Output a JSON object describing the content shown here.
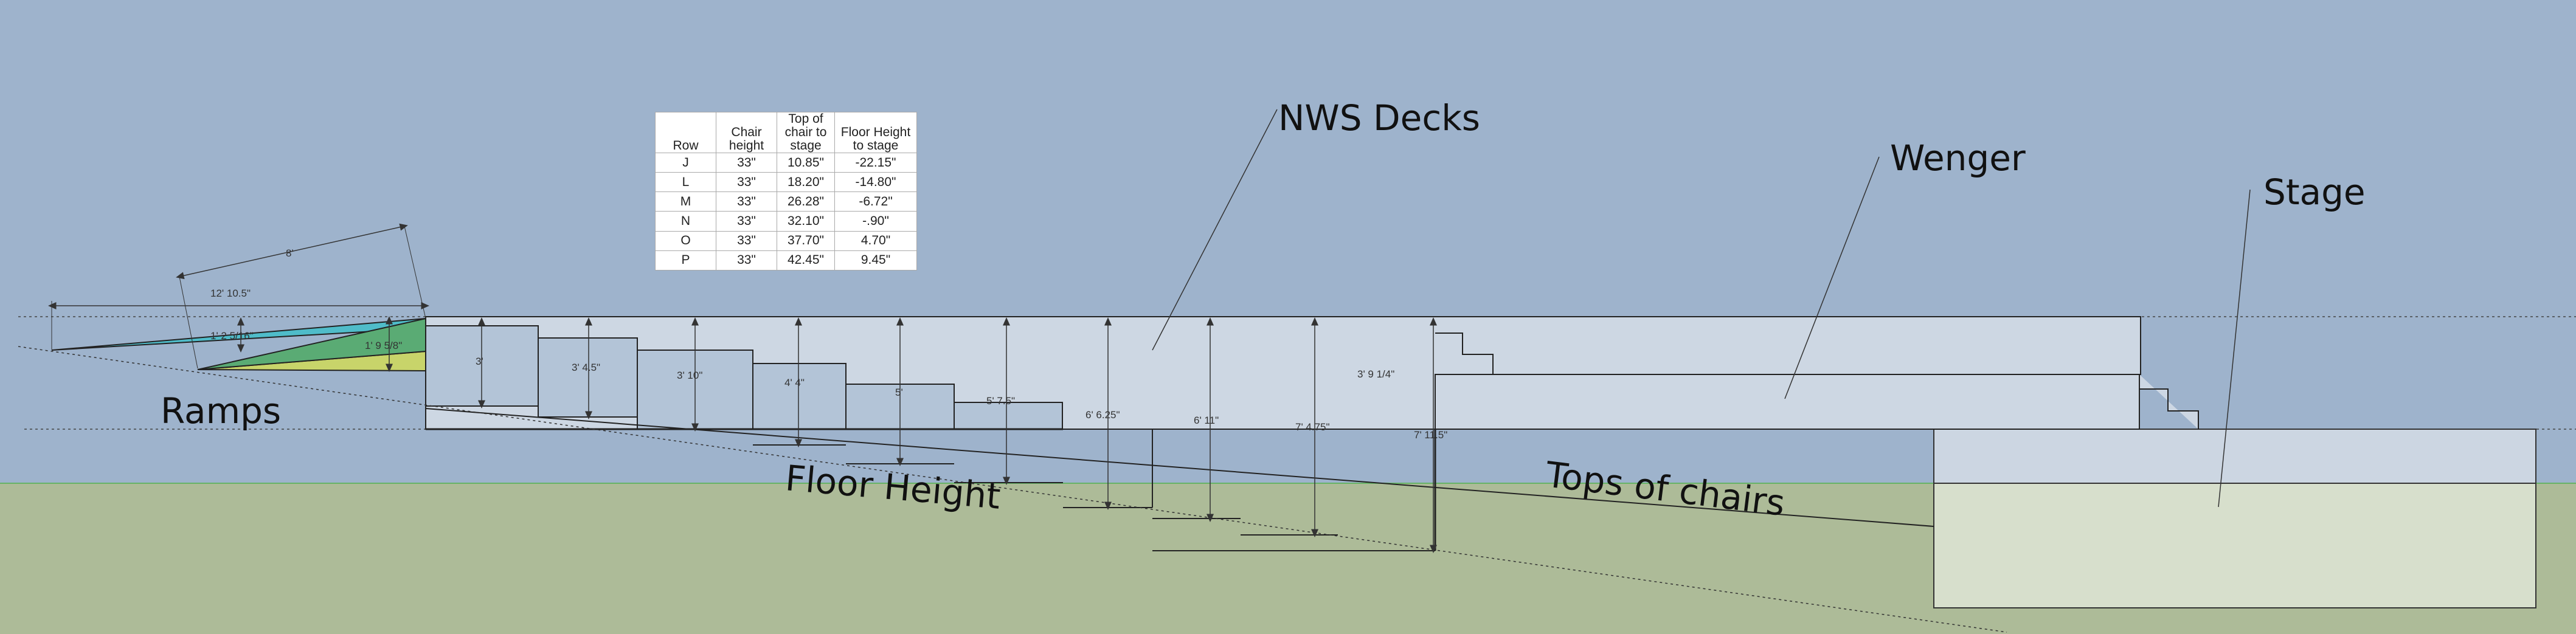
{
  "labels": {
    "nws_decks": "NWS Decks",
    "wenger": "Wenger",
    "stage": "Stage",
    "ramps": "Ramps",
    "floor_height": "Floor Height",
    "tops_of_chairs": "Tops of chairs"
  },
  "dimensions": {
    "ramp_overall": "12' 10.5\"",
    "ramp_diag": "8'",
    "ramp_rise_1": "1' 2 5/16\"",
    "ramp_rise_2": "1' 9 5/8\"",
    "step_1": "3'",
    "step_2": "3' 4.5\"",
    "step_3": "3' 10\"",
    "step_4": "4' 4\"",
    "step_5": "5'",
    "step_6": "5' 7.5\"",
    "drop_1": "6' 6.25\"",
    "drop_2": "6' 11\"",
    "drop_3": "7' 4.75\"",
    "drop_4": "7' 11.5\"",
    "deck_height": "3' 9 1/4\""
  },
  "table": {
    "headers": [
      "Row",
      "Chair height",
      "Top of chair to stage",
      "Floor Height to stage"
    ],
    "rows": [
      [
        "J",
        "33\"",
        "10.85\"",
        "-22.15\""
      ],
      [
        "L",
        "33\"",
        "18.20\"",
        "-14.80\""
      ],
      [
        "M",
        "33\"",
        "26.28\"",
        "-6.72\""
      ],
      [
        "N",
        "33\"",
        "32.10\"",
        "-.90\""
      ],
      [
        "O",
        "33\"",
        "37.70\"",
        "4.70\""
      ],
      [
        "P",
        "33\"",
        "42.45\"",
        "9.45\""
      ]
    ]
  }
}
